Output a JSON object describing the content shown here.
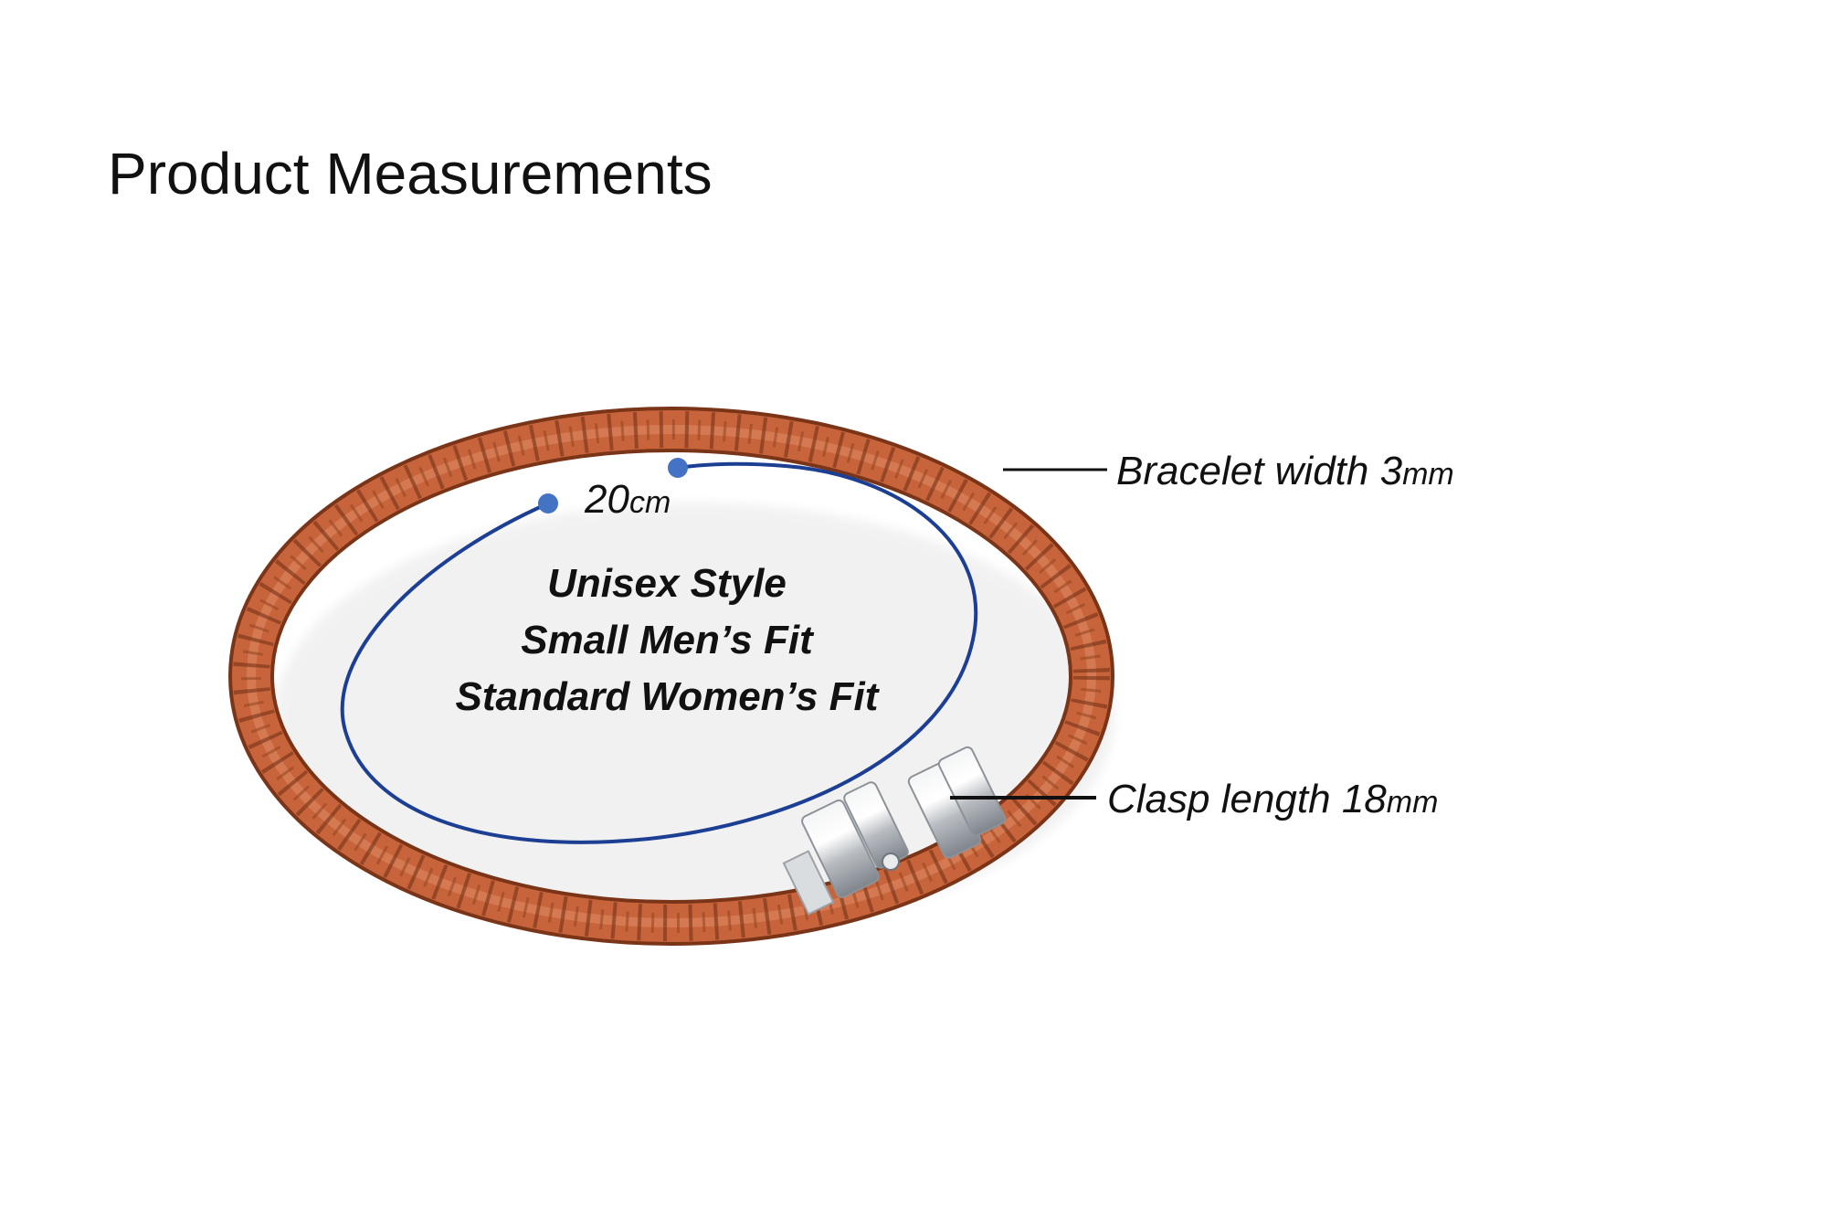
{
  "title": "Product Measurements",
  "circumference": {
    "value": "20",
    "unit": "cm"
  },
  "fit_lines": [
    "Unisex Style",
    "Small Men’s Fit",
    "Standard Women’s Fit"
  ],
  "callouts": {
    "bracelet_width": {
      "label": "Bracelet width 3",
      "unit": "mm"
    },
    "clasp_length": {
      "label": "Clasp length 18",
      "unit": "mm"
    }
  },
  "colors": {
    "leather": "#c8643c",
    "leather_dark": "#7a3417",
    "leather_light": "#d9805a",
    "measure_line": "#1c3f94",
    "measure_dot": "#4472c4",
    "clasp": "#cfd2d6",
    "text": "#111111"
  },
  "icons": {
    "bracelet": "braided-leather-bracelet-illustration",
    "clasp": "steel-magnetic-clasp-illustration"
  }
}
